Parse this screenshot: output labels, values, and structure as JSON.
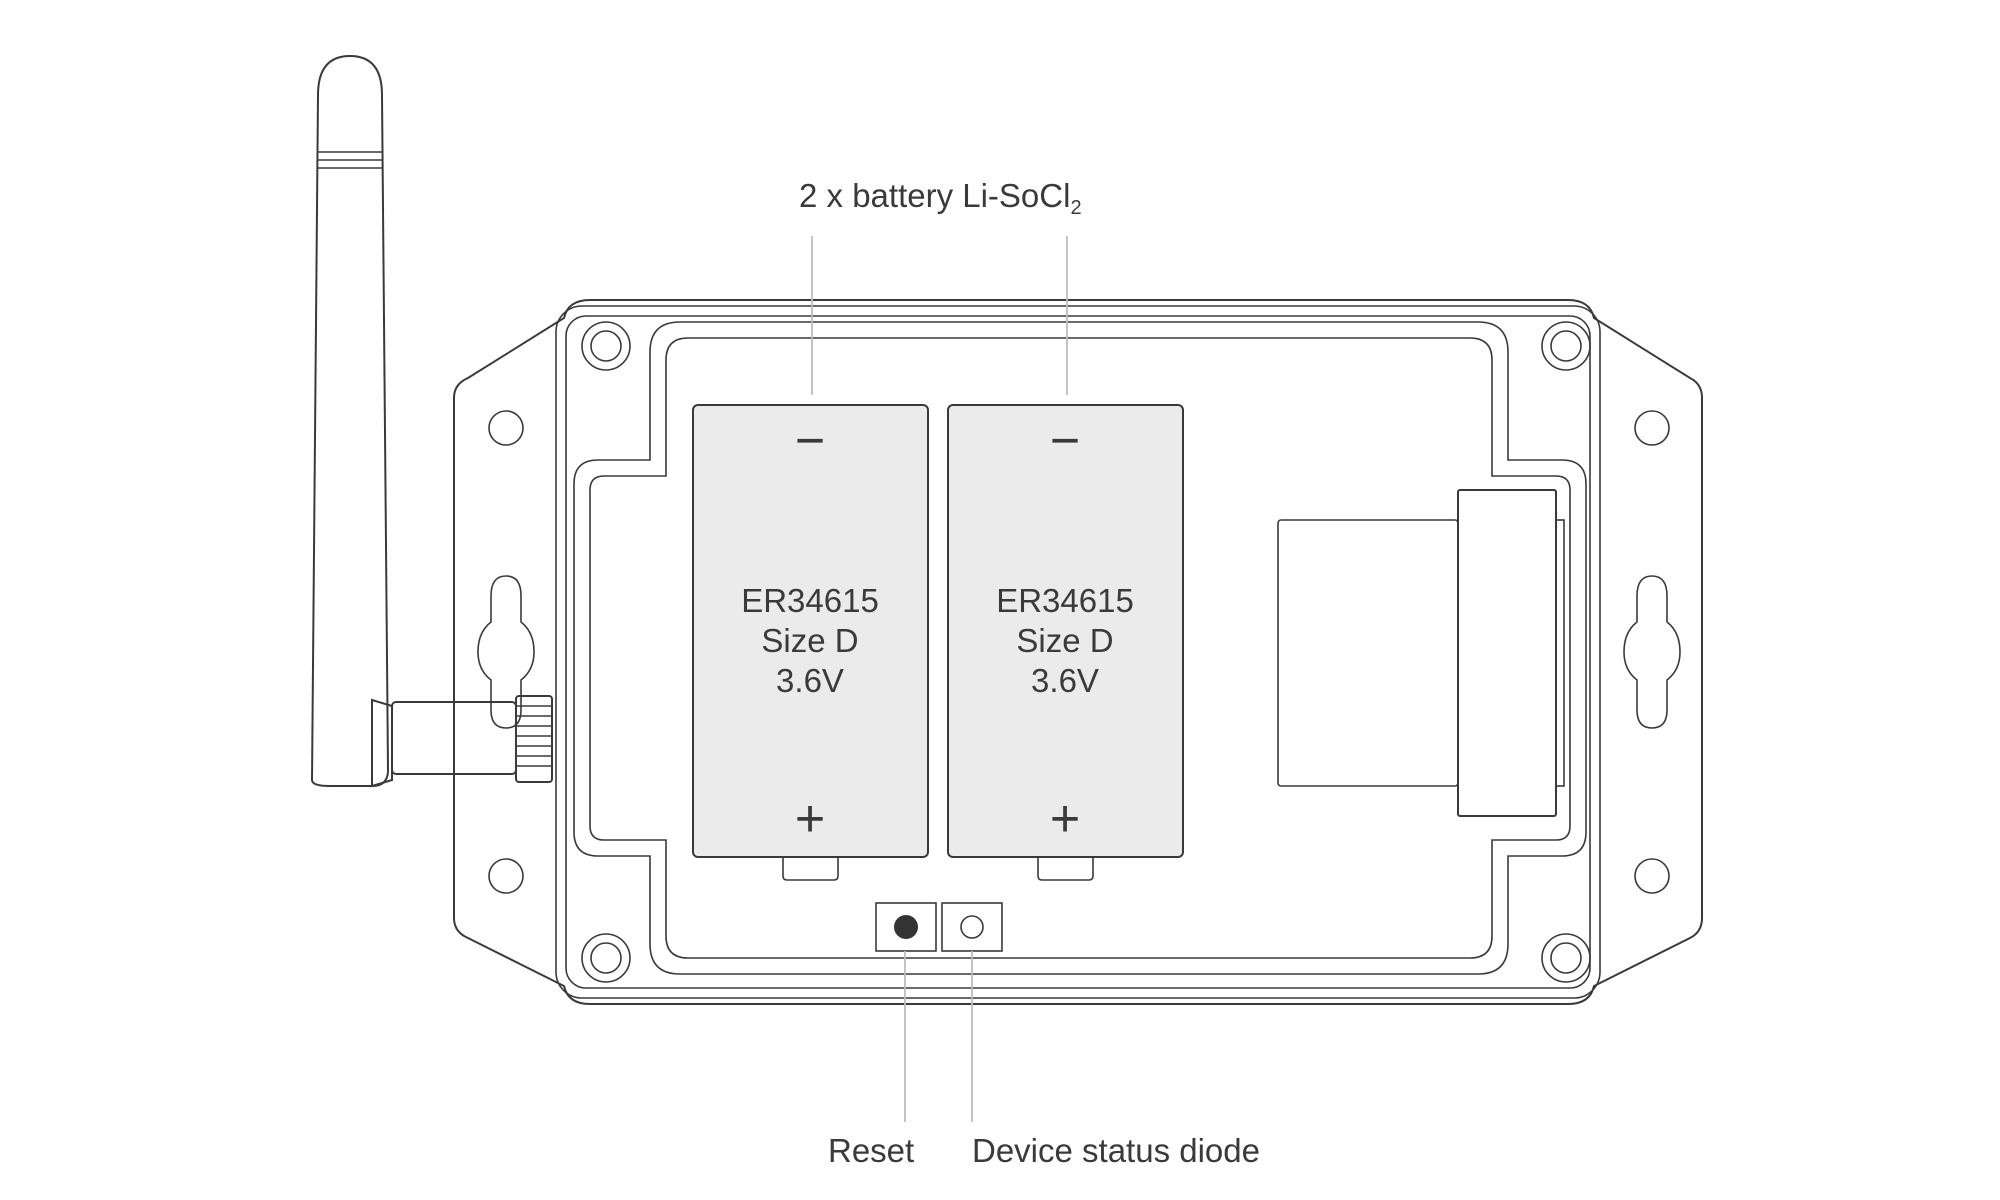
{
  "title": {
    "text": "2 x battery Li-SoCl",
    "subscript": "2"
  },
  "batteries": [
    {
      "model": "ER34615",
      "size": "Size D",
      "voltage": "3.6V",
      "minus": "−",
      "plus": "+"
    },
    {
      "model": "ER34615",
      "size": "Size D",
      "voltage": "3.6V",
      "minus": "−",
      "plus": "+"
    }
  ],
  "labels": {
    "reset": "Reset",
    "diode": "Device status diode"
  },
  "colors": {
    "outline": "#3a3a3a",
    "battery_fill": "#ebebeb",
    "sign": "#bdbdbd",
    "leader": "#bdbdbd",
    "button_fill": "#333333"
  }
}
